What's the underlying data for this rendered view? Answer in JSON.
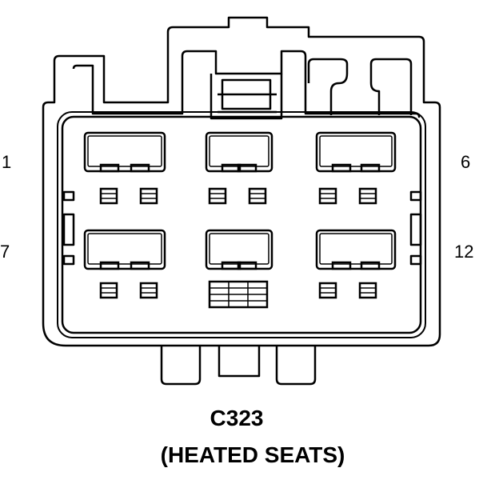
{
  "connector": {
    "id": "C323",
    "description": "(HEATED SEATS)"
  },
  "pin_labels": {
    "top_left": "1",
    "bottom_left": "7",
    "top_right": "6",
    "bottom_right": "12"
  },
  "colors": {
    "line": "#000000",
    "background": "#ffffff"
  }
}
